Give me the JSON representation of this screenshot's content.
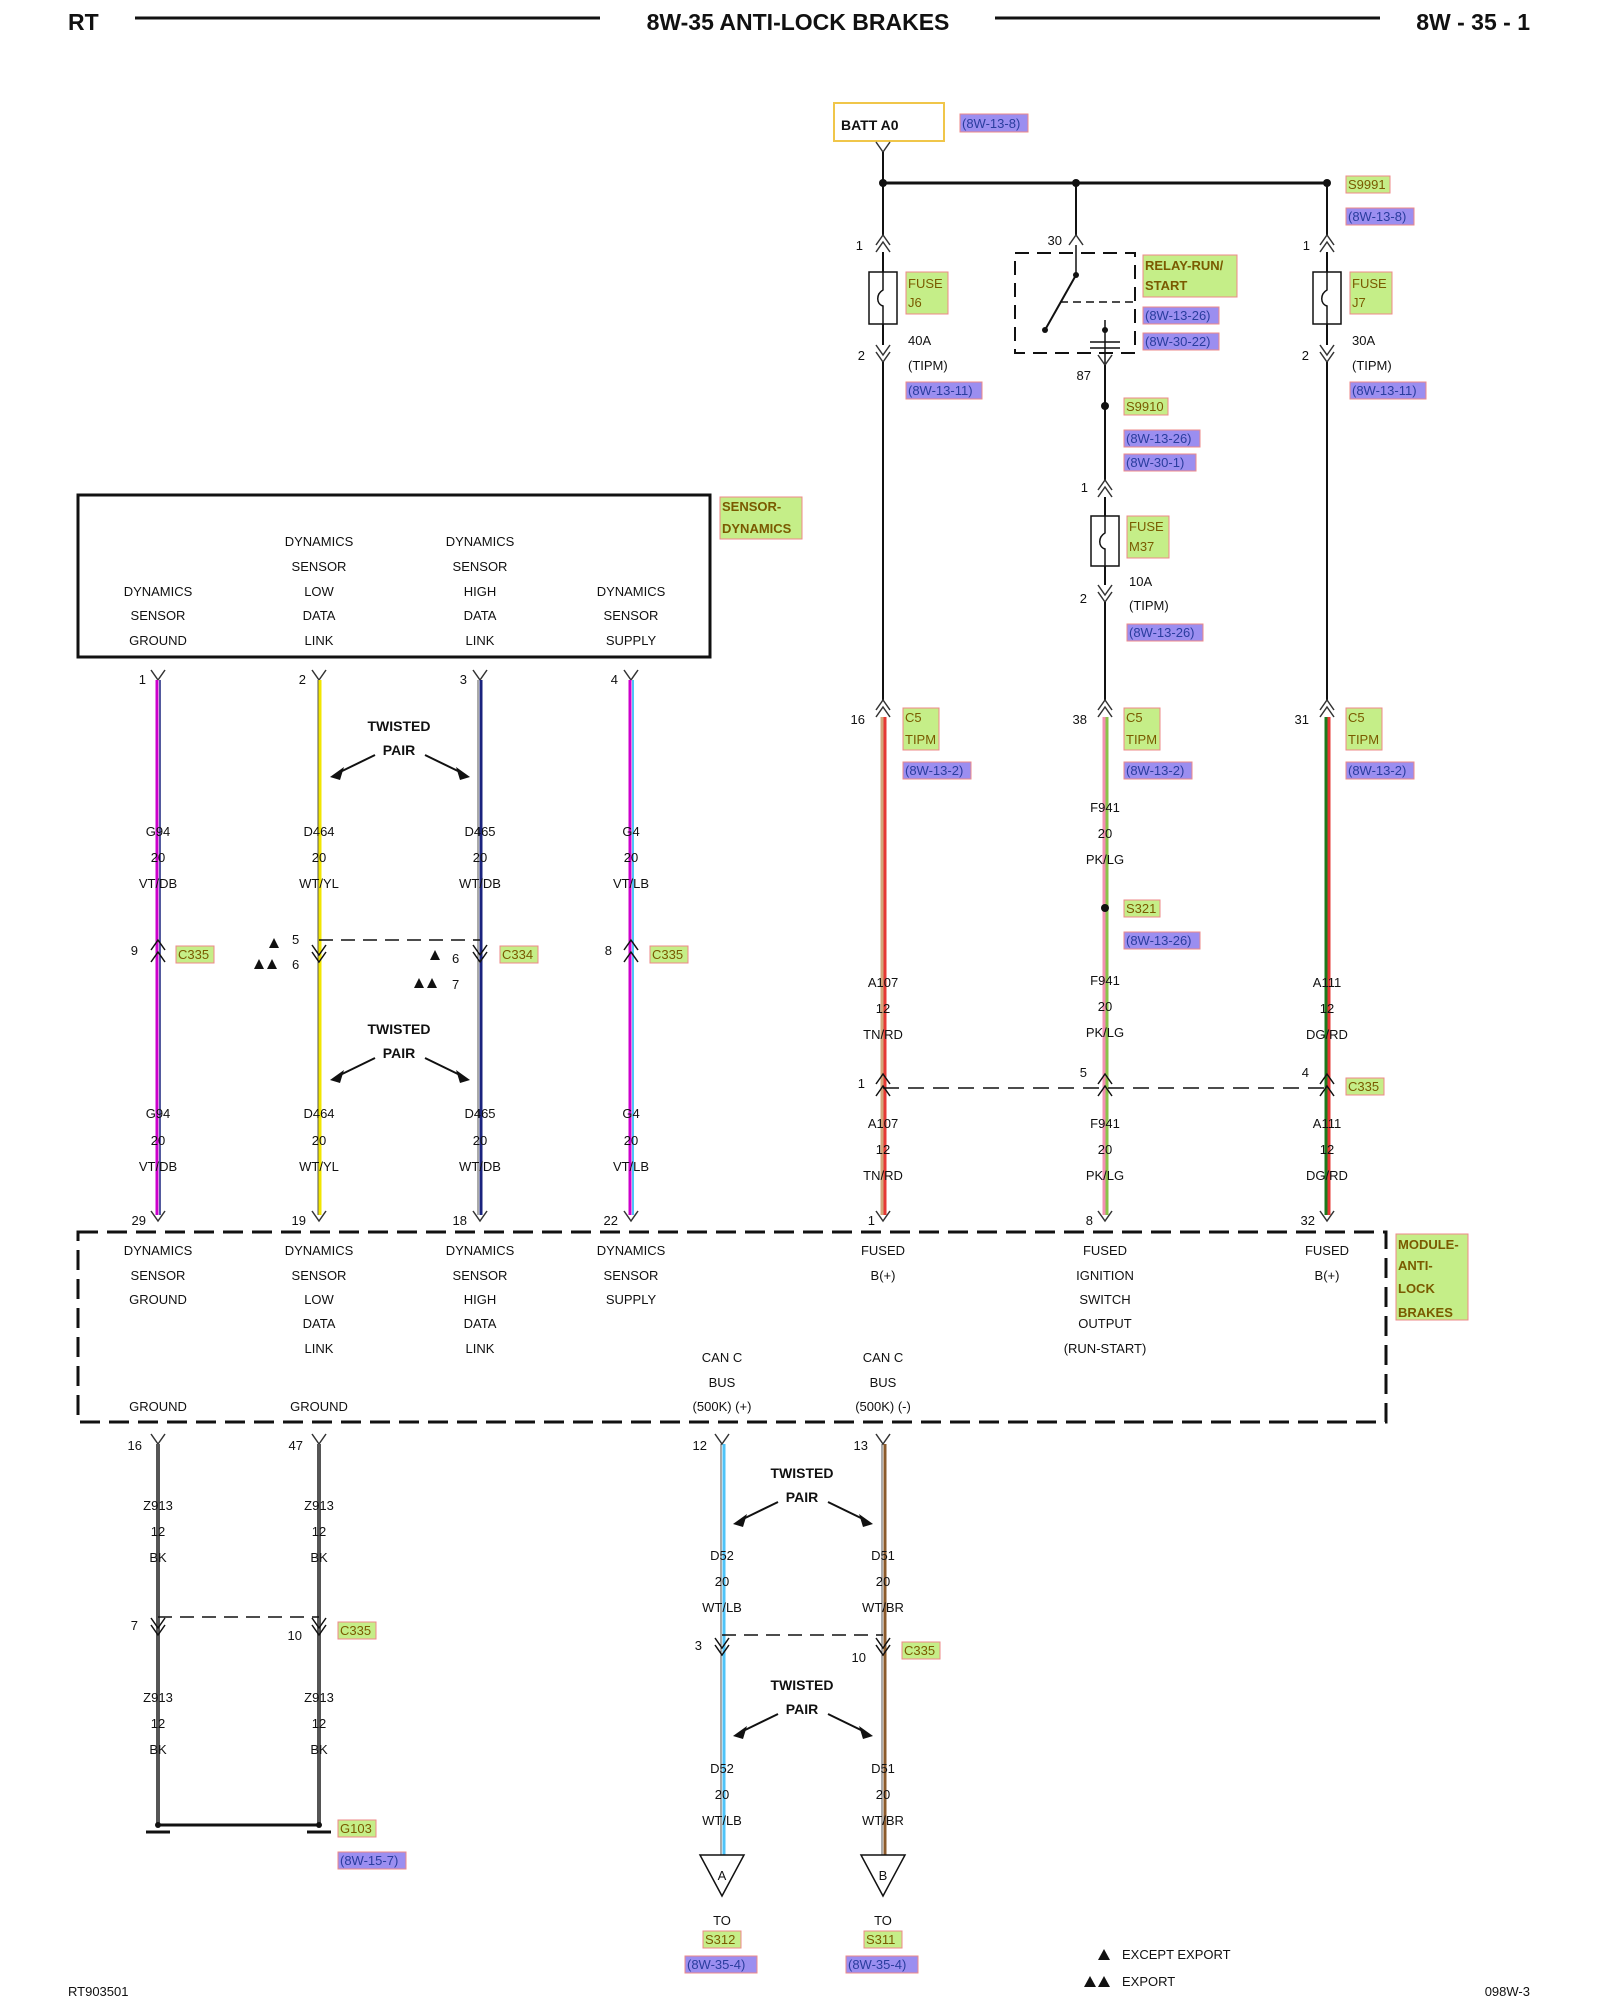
{
  "header": {
    "left": "RT",
    "title": "8W-35 ANTI-LOCK BRAKES",
    "right": "8W - 35 - 1"
  },
  "footer": {
    "left": "RT903501",
    "right": "098W-3",
    "legend_except_export": "EXCEPT EXPORT",
    "legend_export": "EXPORT"
  },
  "power": {
    "batt_label": "BATT A0",
    "batt_ref": "(8W-13-8)",
    "splice": "S9991",
    "splice_ref": "(8W-13-8)"
  },
  "fuse_j6": {
    "pin_in": "1",
    "pin_out": "2",
    "name_1": "FUSE",
    "name_2": "J6",
    "rating": "40A",
    "location": "(TIPM)",
    "ref": "(8W-13-11)"
  },
  "fuse_j7": {
    "pin_in": "1",
    "pin_out": "2",
    "name_1": "FUSE",
    "name_2": "J7",
    "rating": "30A",
    "location": "(TIPM)",
    "ref": "(8W-13-11)"
  },
  "relay": {
    "pin_in": "30",
    "pin_out": "87",
    "name_1": "RELAY-RUN/",
    "name_2": "START",
    "ref_1": "(8W-13-26)",
    "ref_2": "(8W-30-22)"
  },
  "splice_s9910": {
    "name": "S9910",
    "ref_1": "(8W-13-26)",
    "ref_2": "(8W-30-1)"
  },
  "fuse_m37": {
    "pin_in": "1",
    "pin_out": "2",
    "name_1": "FUSE",
    "name_2": "M37",
    "rating": "10A",
    "location": "(TIPM)",
    "ref": "(8W-13-26)"
  },
  "c5": {
    "name_1": "C5",
    "name_2": "TIPM",
    "ref": "(8W-13-2)",
    "pin_a107": "16",
    "pin_f941": "38",
    "pin_a111": "31"
  },
  "s321": {
    "name": "S321",
    "ref": "(8W-13-26)"
  },
  "sensor": {
    "tag_1": "SENSOR-",
    "tag_2": "DYNAMICS",
    "pin1": {
      "pin": "1",
      "lines": [
        "DYNAMICS",
        "SENSOR",
        "GROUND"
      ]
    },
    "pin2": {
      "pin": "2",
      "lines": [
        "DYNAMICS",
        "SENSOR",
        "LOW",
        "DATA",
        "LINK"
      ]
    },
    "pin3": {
      "pin": "3",
      "lines": [
        "DYNAMICS",
        "SENSOR",
        "HIGH",
        "DATA",
        "LINK"
      ]
    },
    "pin4": {
      "pin": "4",
      "lines": [
        "DYNAMICS",
        "SENSOR",
        "SUPPLY"
      ]
    }
  },
  "twisted": {
    "line_1": "TWISTED",
    "line_2": "PAIR"
  },
  "wires_upper": {
    "g94": {
      "circuit": "G94",
      "gauge": "20",
      "color": "VT/DB"
    },
    "d464": {
      "circuit": "D464",
      "gauge": "20",
      "color": "WT/YL"
    },
    "d465": {
      "circuit": "D465",
      "gauge": "20",
      "color": "WT/DB"
    },
    "g4": {
      "circuit": "G4",
      "gauge": "20",
      "color": "VT/LB"
    },
    "f941": {
      "circuit": "F941",
      "gauge": "20",
      "color": "PK/LG"
    }
  },
  "wires_mid": {
    "a107": {
      "circuit": "A107",
      "gauge": "12",
      "color": "TN/RD"
    },
    "f941": {
      "circuit": "F941",
      "gauge": "20",
      "color": "PK/LG"
    },
    "a111": {
      "circuit": "A111",
      "gauge": "12",
      "color": "DG/RD"
    }
  },
  "c335": {
    "name": "C335",
    "pin_g94": "9",
    "pin_g4": "8",
    "pin_a107": "1",
    "pin_f941": "5",
    "pin_a111": "4",
    "pin_z913_a": "7",
    "pin_z913_b": "10",
    "pin_d52": "3",
    "pin_d51": "10"
  },
  "c334": {
    "name": "C334",
    "d464_except": "5",
    "d464_export": "6",
    "d465_except": "6",
    "d465_export": "7"
  },
  "wires_lower": {
    "g94": {
      "circuit": "G94",
      "gauge": "20",
      "color": "VT/DB"
    },
    "d464": {
      "circuit": "D464",
      "gauge": "20",
      "color": "WT/YL"
    },
    "d465": {
      "circuit": "D465",
      "gauge": "20",
      "color": "WT/DB"
    },
    "g4": {
      "circuit": "G4",
      "gauge": "20",
      "color": "VT/LB"
    },
    "a107": {
      "circuit": "A107",
      "gauge": "12",
      "color": "TN/RD"
    },
    "f941": {
      "circuit": "F941",
      "gauge": "20",
      "color": "PK/LG"
    },
    "a111": {
      "circuit": "A111",
      "gauge": "12",
      "color": "DG/RD"
    }
  },
  "module": {
    "tag_1": "MODULE-",
    "tag_2": "ANTI-",
    "tag_3": "LOCK",
    "tag_4": "BRAKES",
    "p29": {
      "pin": "29",
      "lines": [
        "DYNAMICS",
        "SENSOR",
        "GROUND"
      ]
    },
    "p19": {
      "pin": "19",
      "lines": [
        "DYNAMICS",
        "SENSOR",
        "LOW",
        "DATA",
        "LINK"
      ]
    },
    "p18": {
      "pin": "18",
      "lines": [
        "DYNAMICS",
        "SENSOR",
        "HIGH",
        "DATA",
        "LINK"
      ]
    },
    "p22": {
      "pin": "22",
      "lines": [
        "DYNAMICS",
        "SENSOR",
        "SUPPLY"
      ]
    },
    "p1": {
      "pin": "1",
      "lines": [
        "FUSED",
        "B(+)"
      ]
    },
    "p8": {
      "pin": "8",
      "lines": [
        "FUSED",
        "IGNITION",
        "SWITCH",
        "OUTPUT",
        "(RUN-START)"
      ]
    },
    "p32": {
      "pin": "32",
      "lines": [
        "FUSED",
        "B(+)"
      ]
    },
    "p16": {
      "pin": "16",
      "lines": [
        "GROUND"
      ]
    },
    "p47": {
      "pin": "47",
      "lines": [
        "GROUND"
      ]
    },
    "p12": {
      "pin": "12",
      "lines": [
        "CAN C",
        "BUS",
        "(500K) (+)"
      ]
    },
    "p13": {
      "pin": "13",
      "lines": [
        "CAN C",
        "BUS",
        "(500K) (-)"
      ]
    }
  },
  "ground_wires": {
    "z913": {
      "circuit": "Z913",
      "gauge": "12",
      "color": "BK"
    }
  },
  "can_wires": {
    "d52": {
      "circuit": "D52",
      "gauge": "20",
      "color": "WT/LB"
    },
    "d51": {
      "circuit": "D51",
      "gauge": "20",
      "color": "WT/BR"
    }
  },
  "ground": {
    "name": "G103",
    "ref": "(8W-15-7)"
  },
  "destinations": {
    "a": {
      "letter": "A",
      "to": "TO",
      "splice": "S312",
      "ref": "(8W-35-4)"
    },
    "b": {
      "letter": "B",
      "to": "TO",
      "splice": "S311",
      "ref": "(8W-35-4)"
    }
  },
  "wire_colors": {
    "violet": "#cc00cc",
    "dark_blue": "#1a237e",
    "light_blue": "#4fc3f7",
    "yellow": "#f2e600",
    "white": "#ffffff",
    "tan": "#d2a679",
    "red": "#e53935",
    "pink": "#f48fb1",
    "light_green": "#8bc34a",
    "dark_green": "#1b7a1b",
    "black": "#555555",
    "brown": "#8b5a2b"
  }
}
